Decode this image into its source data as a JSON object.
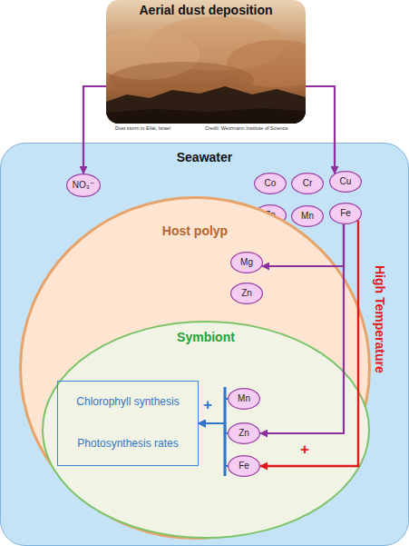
{
  "diagram": {
    "nodes": [
      {
        "text": [
          "Aerial dust deposition"
        ]
      },
      {
        "text": [
          "Seawater"
        ]
      },
      {
        "text": [
          "NO₃⁻"
        ],
        "in": 1
      },
      {
        "text": [
          "Co"
        ],
        "in": 1
      },
      {
        "text": [
          "Cr"
        ],
        "in": 1
      },
      {
        "text": [
          "Cu"
        ],
        "in": 1
      },
      {
        "text": [
          "Zn"
        ],
        "in": 1
      },
      {
        "text": [
          "Mn"
        ],
        "in": 1
      },
      {
        "text": [
          "Fe"
        ],
        "in": 1
      },
      {
        "text": [
          "Host polyp"
        ],
        "in": 1
      },
      {
        "text": [
          "Mg"
        ],
        "in": 9
      },
      {
        "text": [
          "Zn"
        ],
        "in": 9
      },
      {
        "text": [
          "Symbiont"
        ],
        "in": 9
      },
      {
        "text": [
          "Chlorophyll synthesis",
          "Photosynthesis rates"
        ],
        "in": 12
      },
      {
        "text": [
          "Mn"
        ],
        "in": 12
      },
      {
        "text": [
          "Zn"
        ],
        "in": 12
      },
      {
        "text": [
          "Fe"
        ],
        "in": 12
      }
    ],
    "edges": [
      {
        "from": 0,
        "to": 2,
        "arrow": "to"
      },
      {
        "from": 0,
        "to": 5,
        "arrow": "to"
      },
      {
        "from": 8,
        "to": 10,
        "arrow": "to"
      },
      {
        "from": 8,
        "to": 15,
        "arrow": "to"
      },
      {
        "from": 8,
        "to": 16,
        "label": "High Temperature",
        "arrow": "to"
      },
      {
        "from": 14,
        "to": 13,
        "label": "+",
        "arrow": "to"
      },
      {
        "from": 15,
        "to": 13,
        "arrow": "to"
      },
      {
        "from": 16,
        "to": 13,
        "arrow": "to"
      }
    ],
    "labels": [
      "Dust storm in Eilat, Israel",
      "Credit: Weizmann Institute of Science",
      "+"
    ]
  }
}
